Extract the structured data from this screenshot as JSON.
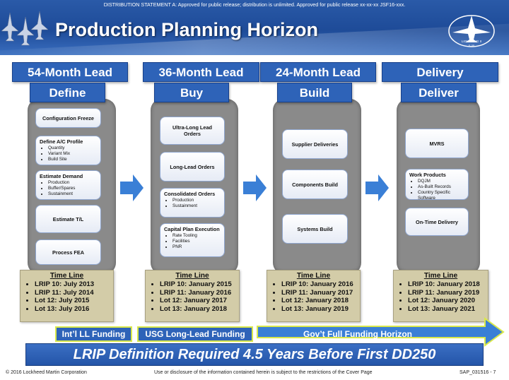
{
  "header": {
    "distribution": "DISTRIBUTION STATEMENT A: Approved for public release; distribution is unlimited.  Approved for public release  xx-xx-xx JSF16-xxx.",
    "title": "Production Planning Horizon",
    "logo_text": "LIGHTNING II",
    "logo_subtext": "F-35"
  },
  "columns": [
    {
      "lead": "54-Month Lead",
      "phase": "Define",
      "steps": [
        {
          "label": "Configuration Freeze",
          "items": []
        },
        {
          "label": "Define A/C Profile",
          "items": [
            "Quantity",
            "Variant Mix",
            "Build Site"
          ]
        },
        {
          "label": "Estimate Demand",
          "items": [
            "Production",
            "Buffer/Spares",
            "Sustainment"
          ]
        },
        {
          "label": "Estimate T/L",
          "items": []
        },
        {
          "label": "Process FEA",
          "items": []
        }
      ],
      "timeline": {
        "title": "Time Line",
        "items": [
          "LRIP 10:  July 2013",
          "LRIP 11:  July 2014",
          "Lot 12:  July 2015",
          "Lot 13:  July 2016"
        ]
      }
    },
    {
      "lead": "36-Month Lead",
      "phase": "Buy",
      "steps": [
        {
          "label": "Ultra-Long Lead Orders",
          "items": []
        },
        {
          "label": "Long-Lead Orders",
          "items": []
        },
        {
          "label": "Consolidated Orders",
          "items": [
            "Production",
            "Sustainment"
          ]
        },
        {
          "label": "Capital Plan Execution",
          "items": [
            "Rate Tooling",
            "Facilities",
            "PNR"
          ]
        }
      ],
      "timeline": {
        "title": "Time Line",
        "items": [
          "LRIP 10:  January 2015",
          "LRIP 11:  January 2016",
          "Lot 12:  January 2017",
          "Lot 13:  January 2018"
        ]
      }
    },
    {
      "lead": "24-Month Lead",
      "phase": "Build",
      "steps": [
        {
          "label": "Supplier Deliveries",
          "items": []
        },
        {
          "label": "Components Build",
          "items": []
        },
        {
          "label": "Systems Build",
          "items": []
        }
      ],
      "timeline": {
        "title": "Time Line",
        "items": [
          "LRIP 10:  January 2016",
          "LRIP 11:  January 2017",
          "Lot 12:  January 2018",
          "Lot 13:  January 2019"
        ]
      }
    },
    {
      "lead": "Delivery",
      "phase": "Deliver",
      "steps": [
        {
          "label": "MVRS",
          "items": []
        },
        {
          "label": "Work Products",
          "items": [
            "DQJM",
            "As-Built Records",
            "Country Specific Software"
          ]
        },
        {
          "label": "On-Time Delivery",
          "items": []
        }
      ],
      "timeline": {
        "title": "Time Line",
        "items": [
          "LRIP 10: January 2018",
          "LRIP 11:  January 2019",
          "Lot 12:  January 2020",
          "Lot 13:  January 2021"
        ]
      }
    }
  ],
  "funding": {
    "intl": "Int’l LL Funding",
    "usg": "USG Long-Lead Funding",
    "govt": "Gov’t Full Funding Horizon"
  },
  "banner": "LRIP Definition Required 4.5 Years Before First DD250",
  "footer": {
    "copyright": "© 2016 Lockheed Martin Corporation",
    "notice": "Use or disclosure of the information contained herein is subject to the restrictions of the Cover Page",
    "code": "SAP_031516 - 7"
  },
  "colors": {
    "header_blue": "#1e4b98",
    "box_blue": "#2e63b8",
    "column_gray": "#8a8a8a",
    "timeline_tan": "#d3cca8",
    "arrow_blue": "#3a7fd6",
    "funding_outline": "#d9e84a"
  }
}
